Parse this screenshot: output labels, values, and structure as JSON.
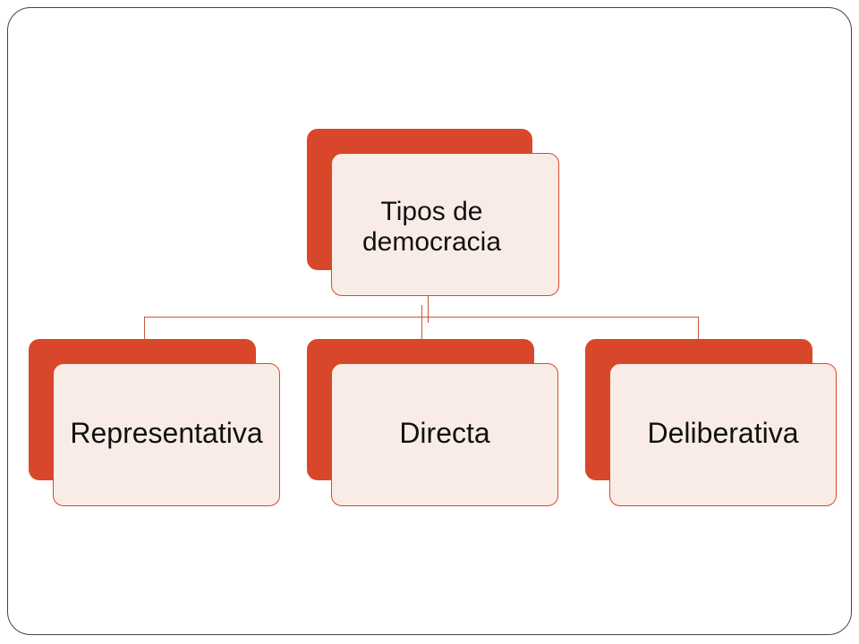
{
  "diagram": {
    "root": {
      "label": "Tipos de democracia"
    },
    "children": [
      {
        "label": "Representativa"
      },
      {
        "label": "Directa"
      },
      {
        "label": "Deliberativa"
      }
    ]
  },
  "colors": {
    "accent": "#d9472b",
    "fill": "#f9ece7",
    "connector": "#c9553a",
    "frame": "#444444"
  }
}
